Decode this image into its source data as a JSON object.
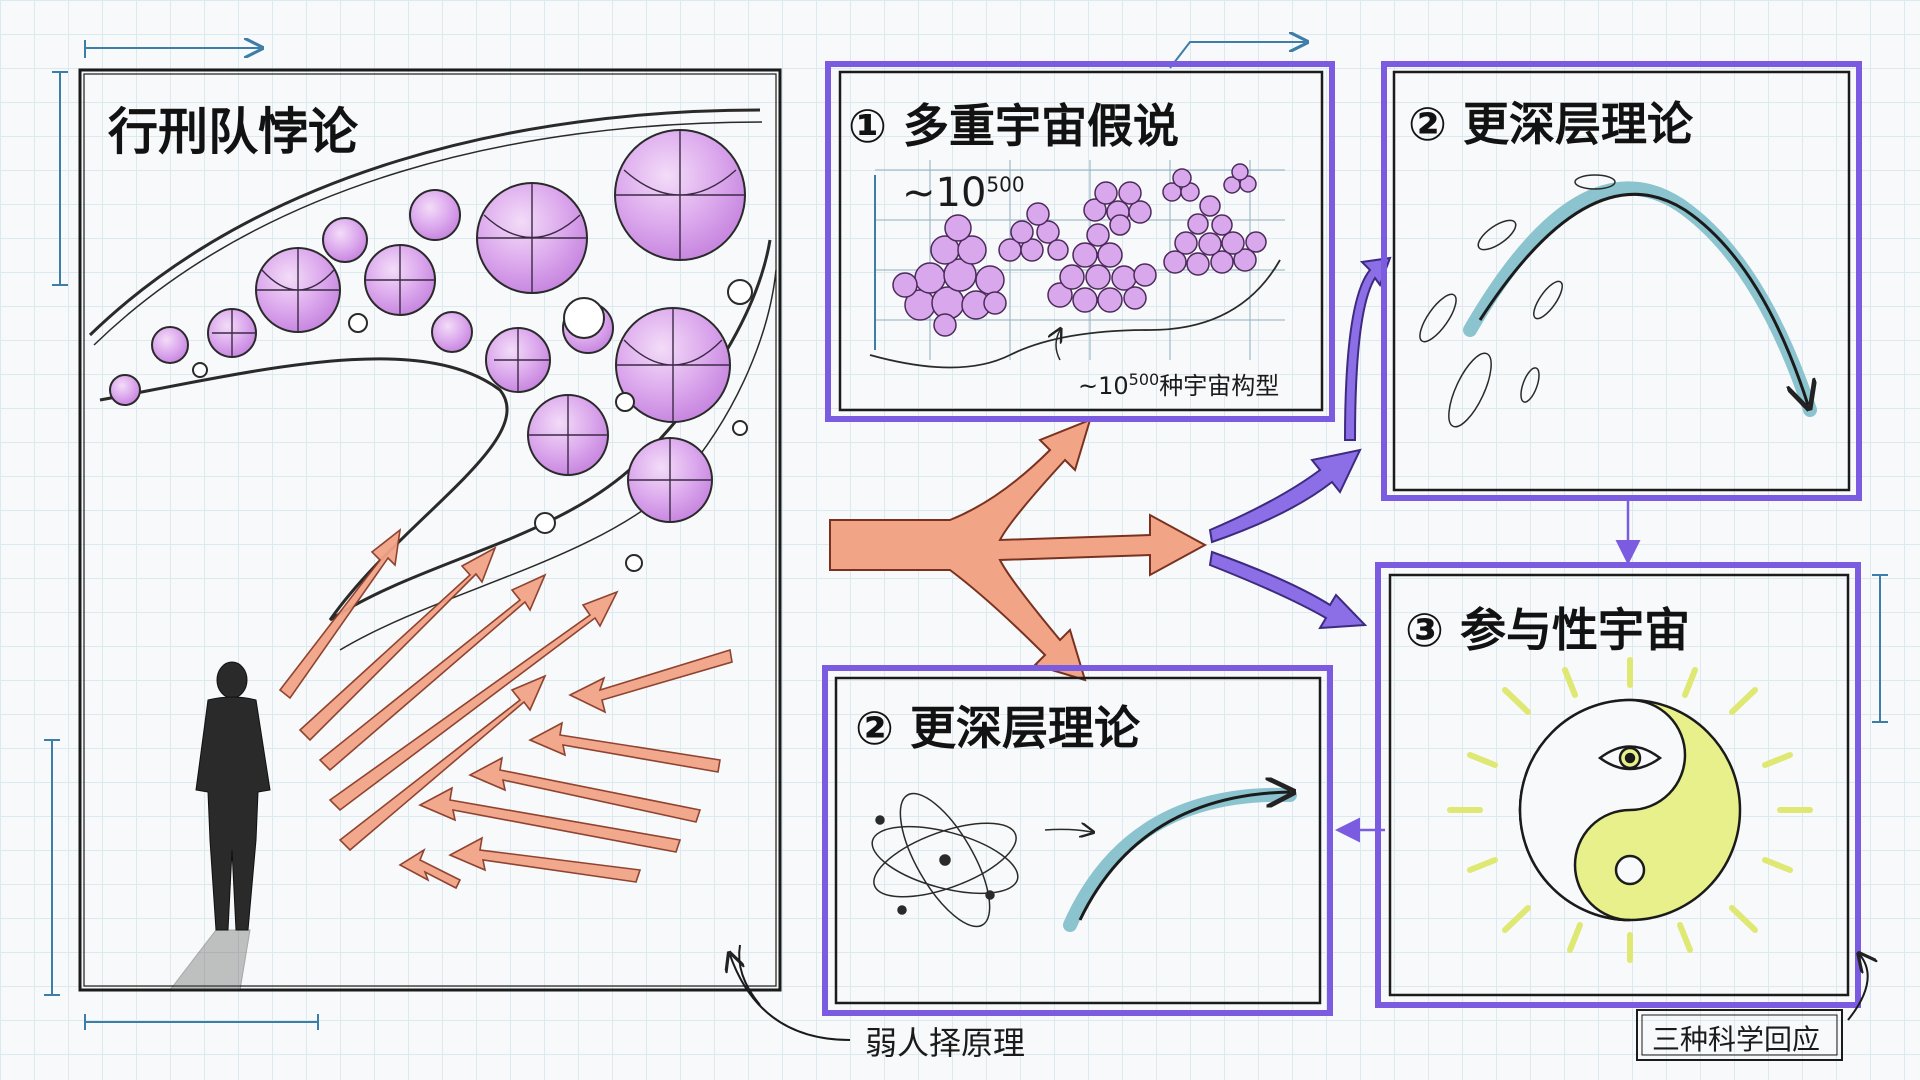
{
  "panels": {
    "left_title": "行刑队悖论",
    "multiverse": {
      "number": "①",
      "title": "多重宇宙假说",
      "count_base": "~10",
      "count_exp": "500",
      "annotation_base": "~10",
      "annotation_exp": "500",
      "annotation_suffix": "种宇宙构型"
    },
    "deeper_top": {
      "number": "②",
      "title": "更深层理论"
    },
    "deeper_bottom": {
      "number": "②",
      "title": "更深层理论"
    },
    "participatory": {
      "number": "③",
      "title": "参与性宇宙"
    }
  },
  "labels": {
    "weak_anthropic": "弱人择原理",
    "three_responses": "三种科学回应"
  },
  "colors": {
    "purple_frame": "#7b5ce0",
    "bubble_pink": "#d9a7ec",
    "arrow_salmon": "#f2a487",
    "arrow_purple": "#8c6ee6",
    "curve_teal": "#8bc3cf",
    "yinyang_yellow": "#e7f08a",
    "dim_blue": "#3d7ea8"
  }
}
